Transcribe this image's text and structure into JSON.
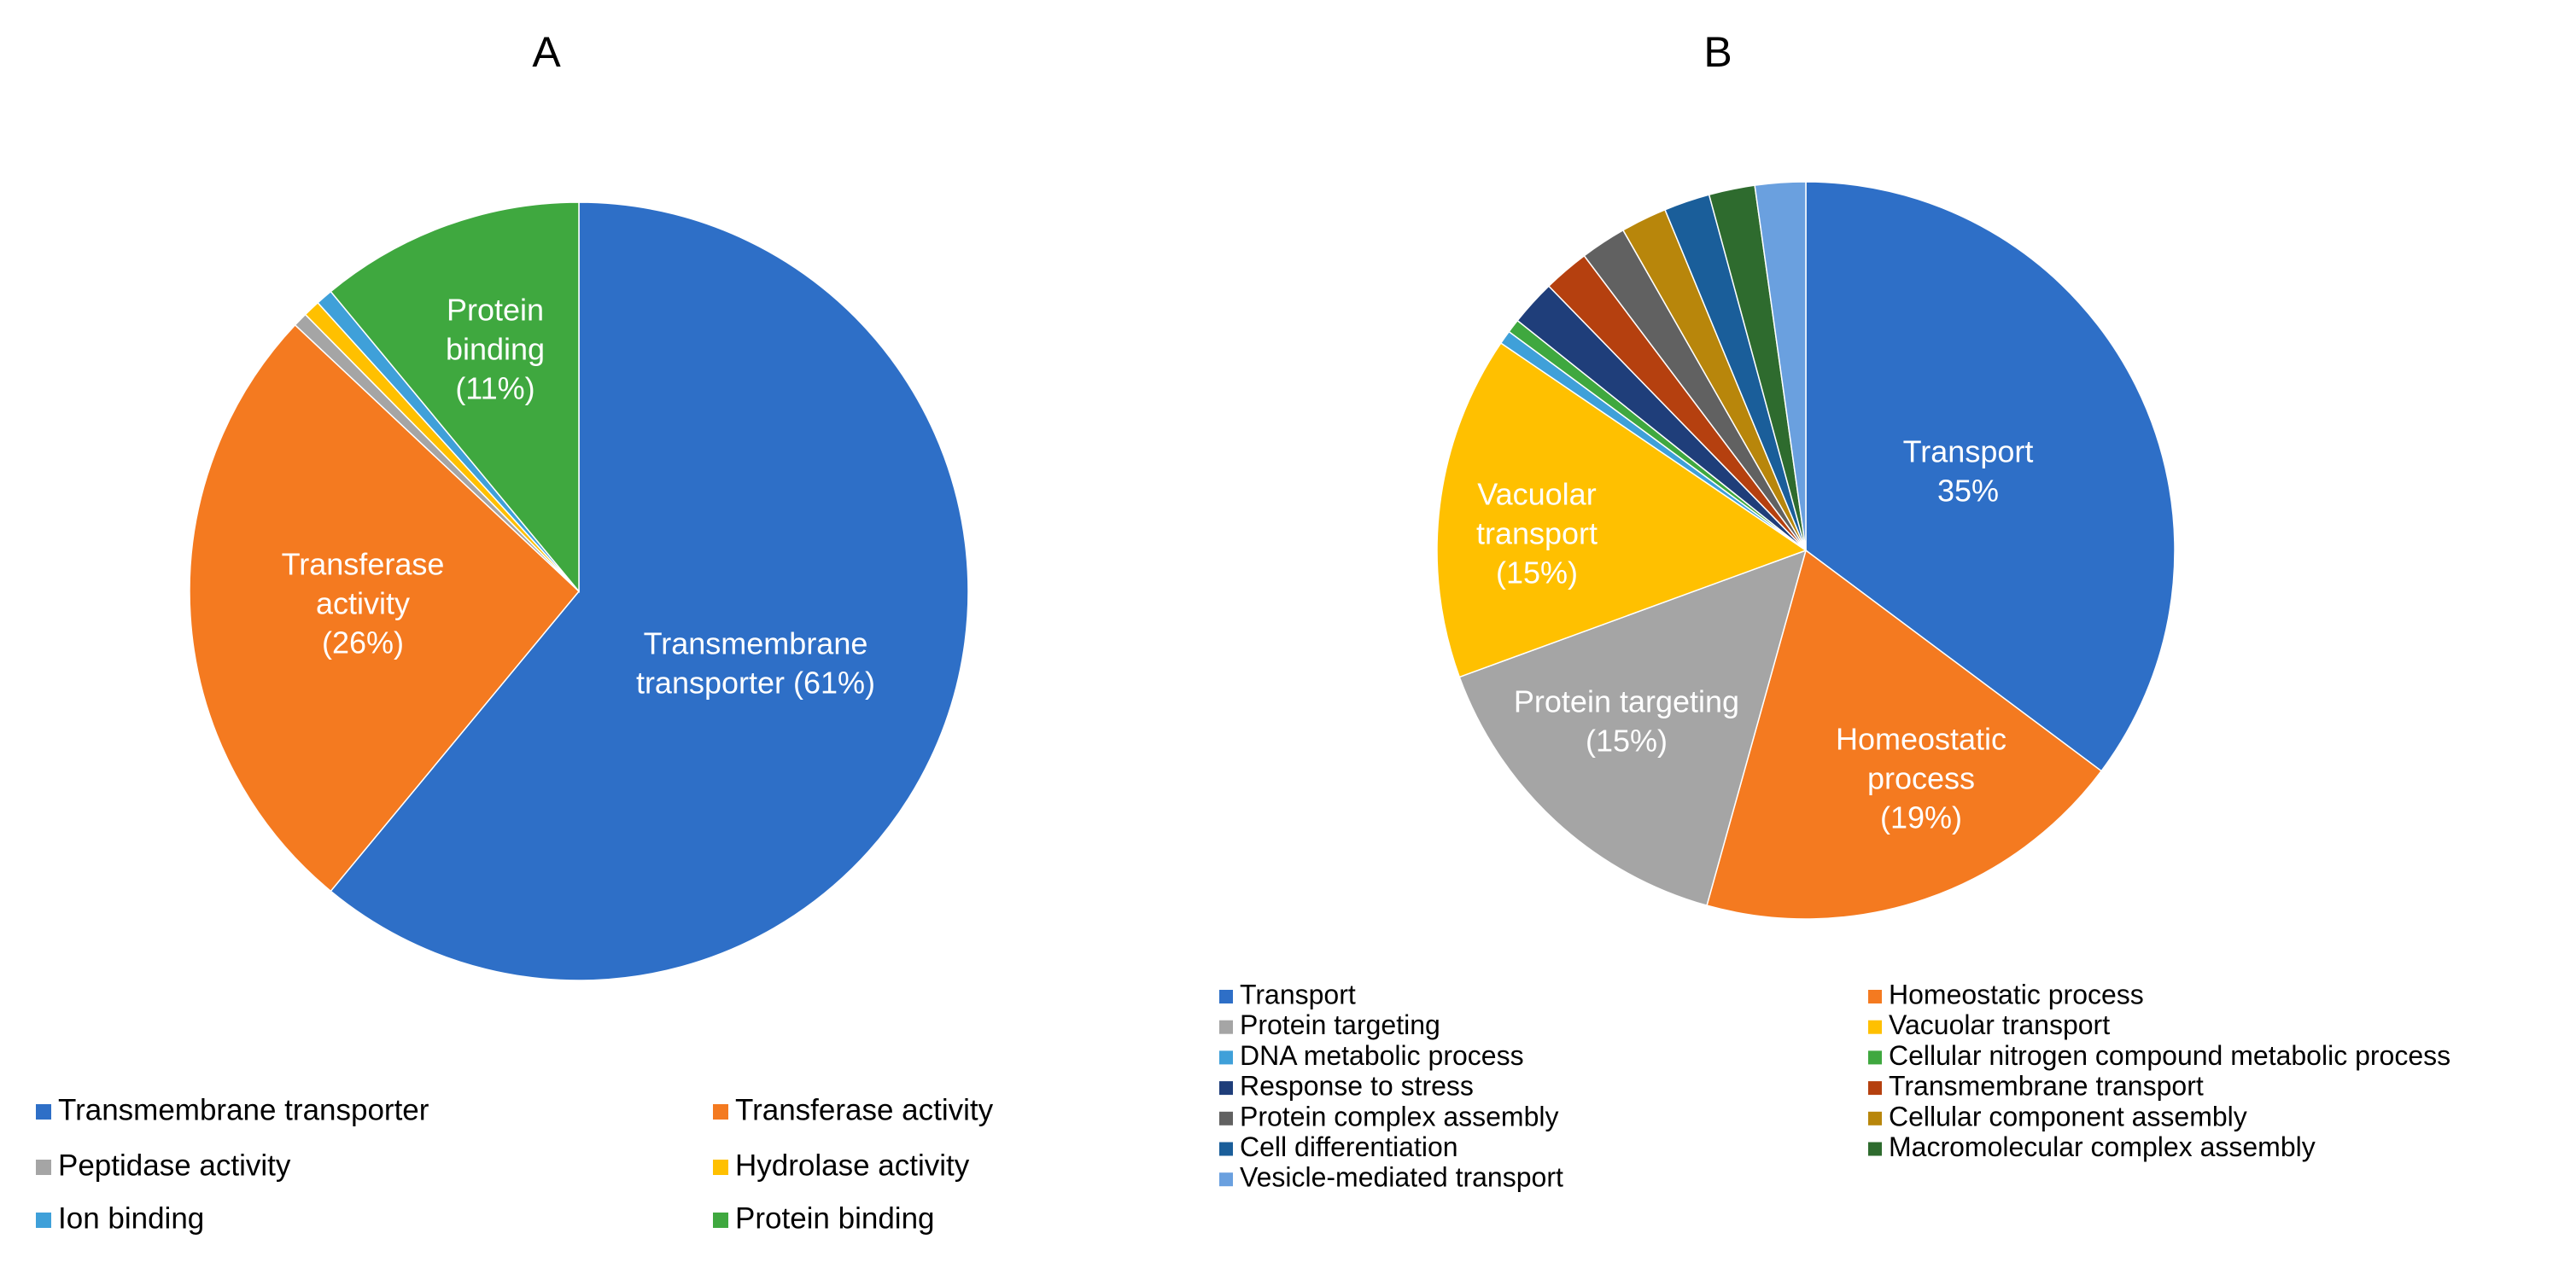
{
  "chart_data": [
    {
      "type": "pie",
      "title": "A",
      "legend_position": "bottom",
      "slices": [
        {
          "name": "Transmembrane transporter",
          "value": 61,
          "color": "#2E6FC7",
          "label_lines": [
            "Transmembrane",
            "transporter (61%)"
          ]
        },
        {
          "name": "Transferase activity",
          "value": 26,
          "color": "#F47A20",
          "label_lines": [
            "Transferase",
            "activity",
            "(26%)"
          ]
        },
        {
          "name": "Peptidase activity",
          "value": 0.6,
          "color": "#A5A5A5",
          "label_lines": []
        },
        {
          "name": "Hydrolase activity",
          "value": 0.7,
          "color": "#FFC000",
          "label_lines": []
        },
        {
          "name": "Ion binding",
          "value": 0.7,
          "color": "#3FA0D9",
          "label_lines": []
        },
        {
          "name": "Protein binding",
          "value": 11,
          "color": "#3FA83F",
          "label_lines": [
            "Protein",
            "binding",
            "(11%)"
          ]
        }
      ]
    },
    {
      "type": "pie",
      "title": "B",
      "legend_position": "bottom",
      "slices": [
        {
          "name": "Transport",
          "value": 35,
          "color": "#2E6FC7",
          "label_lines": [
            "Transport",
            "35%"
          ]
        },
        {
          "name": "Homeostatic process",
          "value": 19,
          "color": "#F47A20",
          "label_lines": [
            "Homeostatic",
            "process",
            "(19%)"
          ]
        },
        {
          "name": "Protein targeting",
          "value": 15,
          "color": "#A5A5A5",
          "label_lines": [
            "Protein targeting",
            "(15%)"
          ]
        },
        {
          "name": "Vacuolar transport",
          "value": 15,
          "color": "#FFC000",
          "label_lines": [
            "Vacuolar",
            "transport",
            "(15%)"
          ]
        },
        {
          "name": "DNA metabolic process",
          "value": 0.6,
          "color": "#3FA0D9",
          "label_lines": []
        },
        {
          "name": "Cellular nitrogen compound metabolic process",
          "value": 0.6,
          "color": "#3FA83F",
          "label_lines": []
        },
        {
          "name": "Response to stress",
          "value": 2,
          "color": "#1F3E7A",
          "label_lines": []
        },
        {
          "name": "Transmembrane transport",
          "value": 2,
          "color": "#B5400F",
          "label_lines": []
        },
        {
          "name": "Protein complex assembly",
          "value": 2,
          "color": "#616161",
          "label_lines": []
        },
        {
          "name": "Cellular component assembly",
          "value": 2,
          "color": "#B8860B",
          "label_lines": []
        },
        {
          "name": "Cell differentiation",
          "value": 2,
          "color": "#1A5E9A",
          "label_lines": []
        },
        {
          "name": "Macromolecular complex assembly",
          "value": 2,
          "color": "#2E6B2E",
          "label_lines": []
        },
        {
          "name": "Vesicle-mediated transport",
          "value": 2.2,
          "color": "#6AA0DF",
          "label_lines": []
        }
      ]
    }
  ]
}
